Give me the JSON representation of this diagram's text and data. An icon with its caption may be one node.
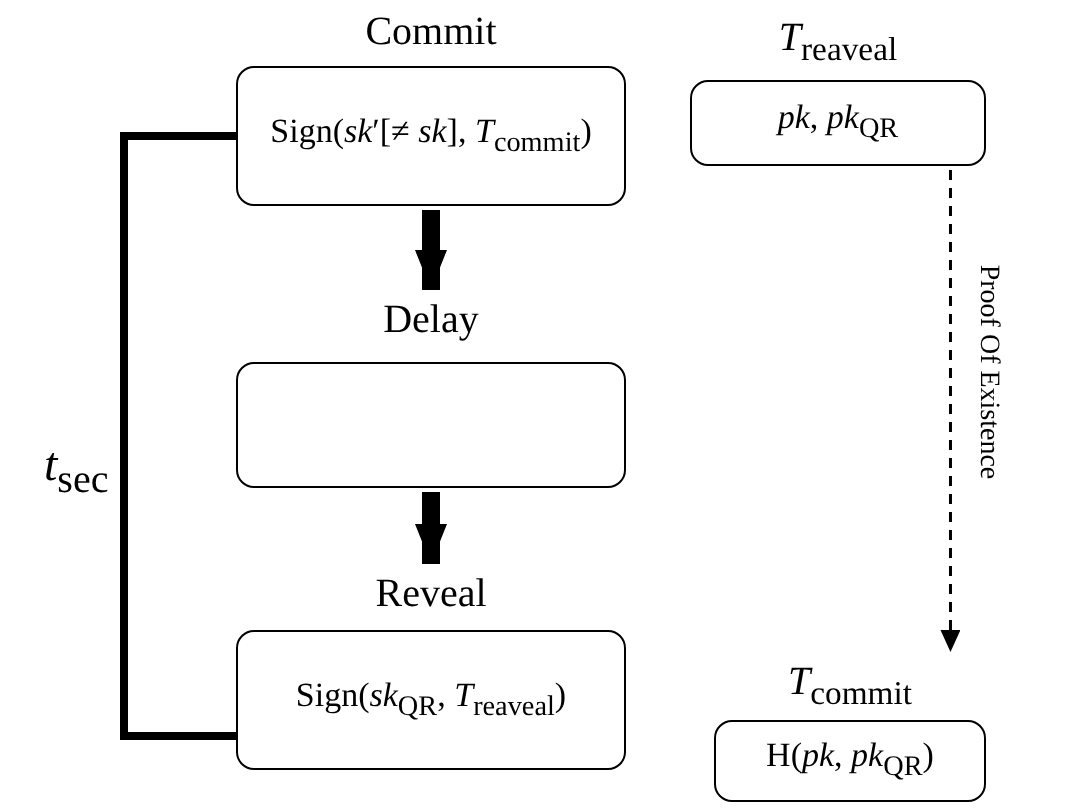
{
  "diagram": {
    "nodes": [
      {
        "text": [
          "Commit",
          "Sign(*sk*′[≠ *sk*], *T*$_{commit}$)"
        ]
      },
      {
        "text": [
          "Delay"
        ]
      },
      {
        "text": [
          "Reveal",
          "Sign(*sk*$_{QR}$, *T*$_{reaveal}$)"
        ]
      },
      {
        "text": [
          "*T*$_{reaveal}$",
          "*pk*, *pk*$_{QR}$"
        ]
      },
      {
        "text": [
          "*T*$_{commit}$",
          "H(*pk*, *pk*$_{QR}$)"
        ]
      }
    ],
    "edges": [
      {
        "from": 0,
        "to": 1,
        "arrow": "to"
      },
      {
        "from": 1,
        "to": 2,
        "arrow": "to"
      },
      {
        "from": 3,
        "to": 4,
        "arrow": "to",
        "style": "dashed",
        "label": "Proof Of Existence"
      }
    ],
    "labels": [
      "*t*$_{sec}$"
    ]
  }
}
